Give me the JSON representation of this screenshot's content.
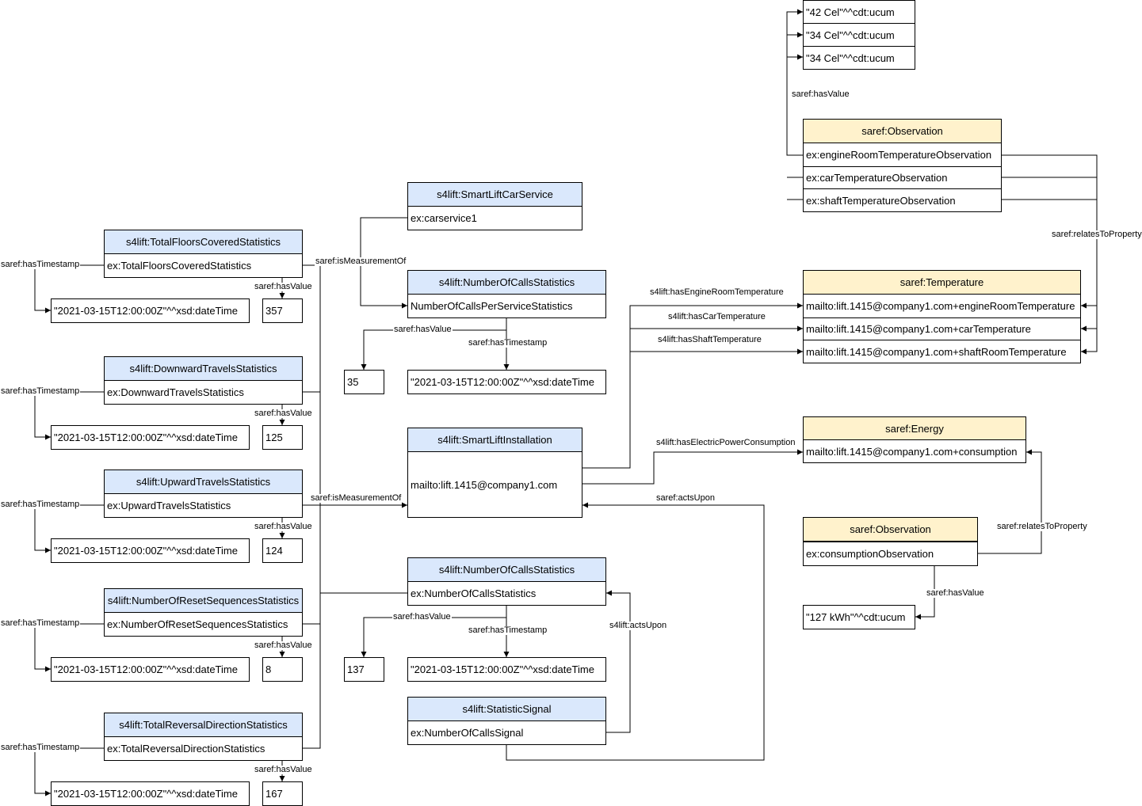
{
  "colors": {
    "class_header": "#dae8fc",
    "saref_header": "#fff2cc",
    "line": "#000000"
  },
  "nodes": {
    "car_service": {
      "title": "s4lift:SmartLiftCarService",
      "rows": [
        "ex:carservice1"
      ]
    },
    "calls_stats_top": {
      "title": "s4lift:NumberOfCallsStatistics",
      "rows": [
        "NumberOfCallsPerServiceStatistics"
      ]
    },
    "installation": {
      "title": "s4lift:SmartLiftInstallation",
      "rows": [
        "mailto:lift.1415@company1.com"
      ]
    },
    "calls_stats_bottom": {
      "title": "s4lift:NumberOfCallsStatistics",
      "rows": [
        "ex:NumberOfCallsStatistics"
      ]
    },
    "statistic_signal": {
      "title": "s4lift:StatisticSignal",
      "rows": [
        "ex:NumberOfCallsSignal"
      ]
    },
    "total_floors": {
      "title": "s4lift:TotalFloorsCoveredStatistics",
      "rows": [
        "ex:TotalFloorsCoveredStatistics"
      ]
    },
    "downward": {
      "title": "s4lift:DownwardTravelsStatistics",
      "rows": [
        "ex:DownwardTravelsStatistics"
      ]
    },
    "upward": {
      "title": "s4lift:UpwardTravelsStatistics",
      "rows": [
        "ex:UpwardTravelsStatistics"
      ]
    },
    "reset_seq": {
      "title": "s4lift:NumberOfResetSequencesStatistics",
      "rows": [
        "ex:NumberOfResetSequencesStatistics"
      ]
    },
    "reversal": {
      "title": "s4lift:TotalReversalDirectionStatistics",
      "rows": [
        "ex:TotalReversalDirectionStatistics"
      ]
    },
    "temp_observation": {
      "title": "saref:Observation",
      "rows": [
        "ex:engineRoomTemperatureObservation",
        "ex:carTemperatureObservation",
        "ex:shaftTemperatureObservation"
      ]
    },
    "temperature": {
      "title": "saref:Temperature",
      "rows": [
        "mailto:lift.1415@company1.com+engineRoomTemperature",
        "mailto:lift.1415@company1.com+carTemperature",
        "mailto:lift.1415@company1.com+shaftRoomTemperature"
      ]
    },
    "energy": {
      "title": "saref:Energy",
      "rows": [
        "mailto:lift.1415@company1.com+consumption"
      ]
    },
    "cons_observation": {
      "title": "saref:Observation",
      "rows": [
        "ex:consumptionObservation"
      ]
    }
  },
  "literals": {
    "temp_values": [
      "\"42 Cel\"^^cdt:ucum",
      "\"34 Cel\"^^cdt:ucum",
      "\"34 Cel\"^^cdt:ucum"
    ],
    "datetime": "\"2021-03-15T12:00:00Z\"^^xsd:dateTime",
    "total_floors_value": "357",
    "downward_value": "125",
    "upward_value": "124",
    "reset_seq_value": "8",
    "reversal_value": "167",
    "calls_top_value": "35",
    "calls_bottom_value": "137",
    "energy_value": "\"127 kWh\"^^cdt:ucum"
  },
  "edges": {
    "has_value": "saref:hasValue",
    "has_timestamp": "saref:hasTimestamp",
    "is_measurement_of": "saref:isMeasurementOf",
    "relates_to_property": "saref:relatesToProperty",
    "acts_upon_saref": "saref:actsUpon",
    "acts_upon_s4lift": "s4lift:actsUpon",
    "has_engine_room_temperature": "s4lift:hasEngineRoomTemperature",
    "has_car_temperature": "s4lift:hasCarTemperature",
    "has_shaft_temperature": "s4lift:hasShaftTemperature",
    "has_electric_power_consumption": "s4lift:hasElectricPowerConsumption"
  }
}
